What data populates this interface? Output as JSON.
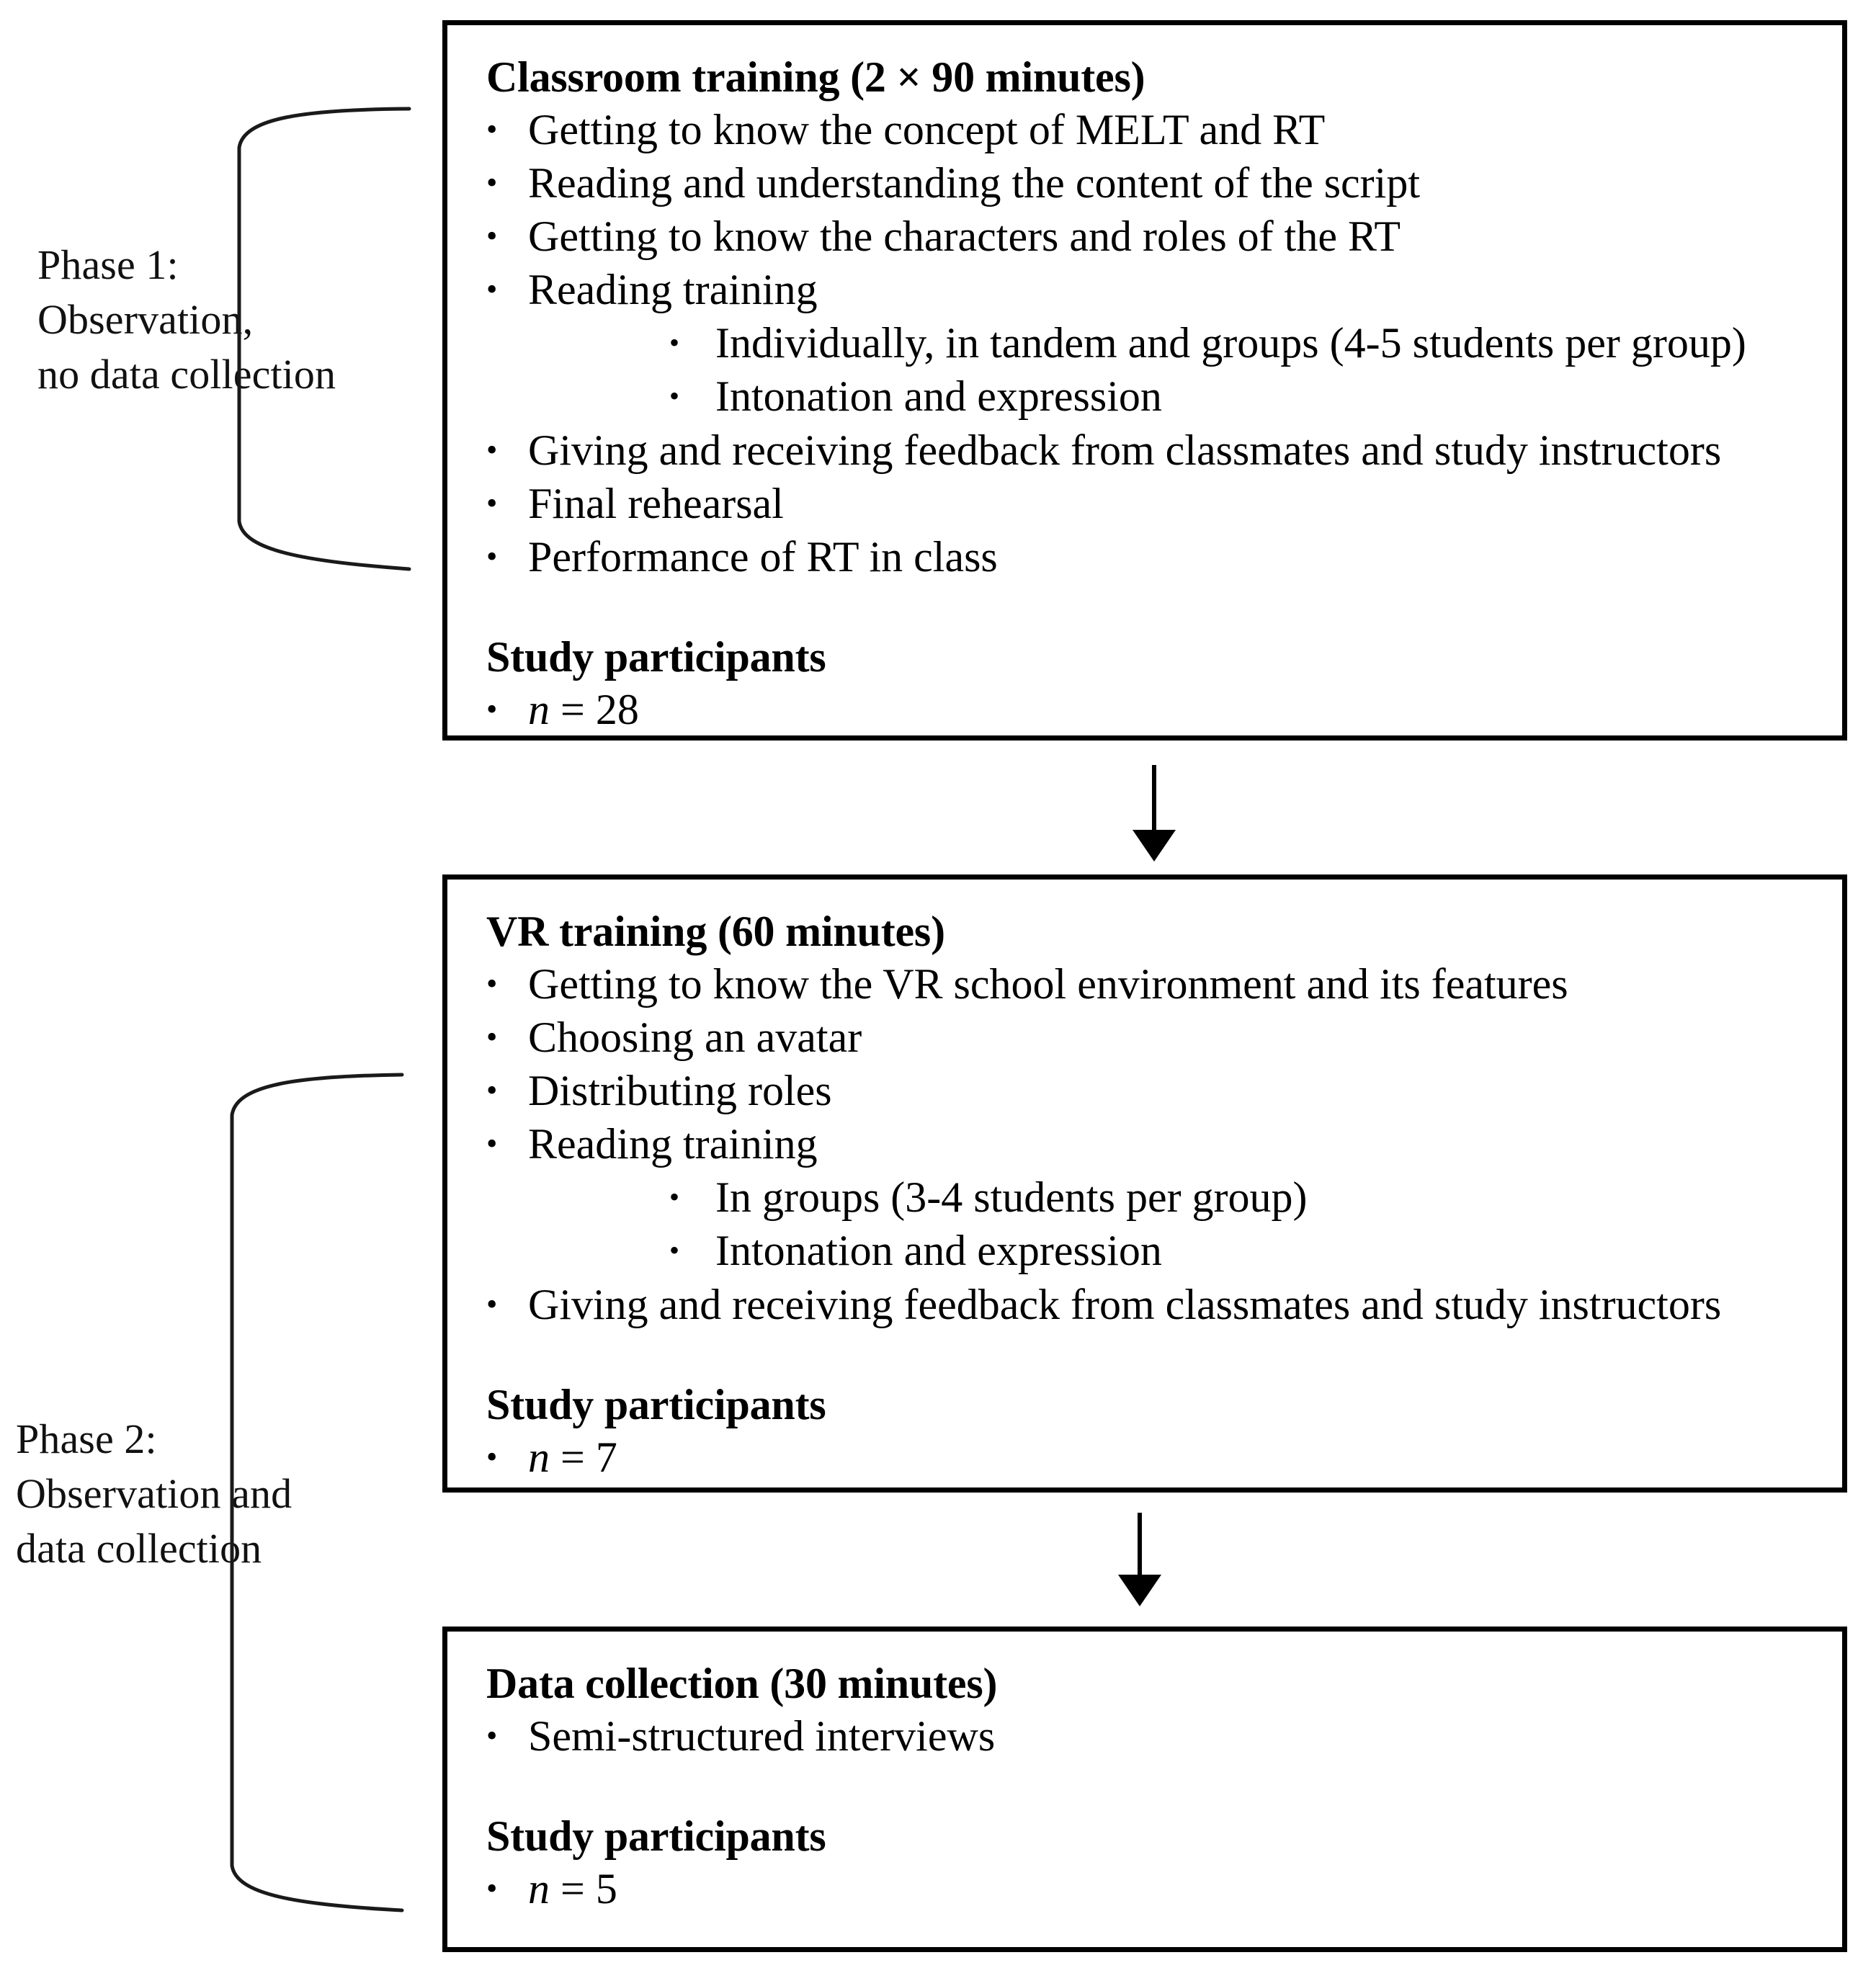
{
  "diagram": {
    "title": "Study procedure flow",
    "line_color": "#000000",
    "background": "#ffffff"
  },
  "phases": [
    {
      "id": "phase-1",
      "label": "Phase 1:\nObservation,\nno data collection",
      "brace_covers": [
        "box-classroom"
      ]
    },
    {
      "id": "phase-2",
      "label": "Phase 2:\nObservation and\ndata collection",
      "brace_covers": [
        "box-vr",
        "box-data"
      ]
    }
  ],
  "boxes": [
    {
      "id": "box-classroom",
      "heading": "Classroom training (2 × 90 minutes)",
      "items": [
        {
          "text": "Getting to know the concept of MELT and RT"
        },
        {
          "text": "Reading and understanding the content of the script"
        },
        {
          "text": "Getting to know the characters and roles of the RT"
        },
        {
          "text": "Reading training",
          "subitems": [
            "Individually, in tandem and groups (4-5 students per group)",
            "Intonation and expression"
          ]
        },
        {
          "text": "Giving and receiving feedback from classmates and study instructors"
        },
        {
          "text": "Final rehearsal"
        },
        {
          "text": "Performance of RT in class"
        }
      ],
      "participants_heading": "Study participants",
      "participants_symbol": "n",
      "participants_value": " = 28"
    },
    {
      "id": "box-vr",
      "heading": "VR training (60 minutes)",
      "items": [
        {
          "text": "Getting to know the VR school environment and its features"
        },
        {
          "text": "Choosing an avatar"
        },
        {
          "text": "Distributing roles"
        },
        {
          "text": "Reading training",
          "subitems": [
            "In groups (3-4 students per group)",
            "Intonation and expression"
          ]
        },
        {
          "text": "Giving and receiving feedback from classmates and study instructors"
        }
      ],
      "participants_heading": "Study participants",
      "participants_symbol": "n",
      "participants_value": " = 7"
    },
    {
      "id": "box-data",
      "heading": "Data collection (30 minutes)",
      "items": [
        {
          "text": "Semi-structured interviews"
        }
      ],
      "participants_heading": "Study participants",
      "participants_symbol": "n",
      "participants_value": " = 5"
    }
  ],
  "bullets": {
    "level1_glyph": "•",
    "level2_glyph": "•"
  },
  "arrows": [
    {
      "id": "arrow-classroom-to-vr",
      "from": "box-classroom",
      "to": "box-vr"
    },
    {
      "id": "arrow-vr-to-data",
      "from": "box-vr",
      "to": "box-data"
    }
  ]
}
